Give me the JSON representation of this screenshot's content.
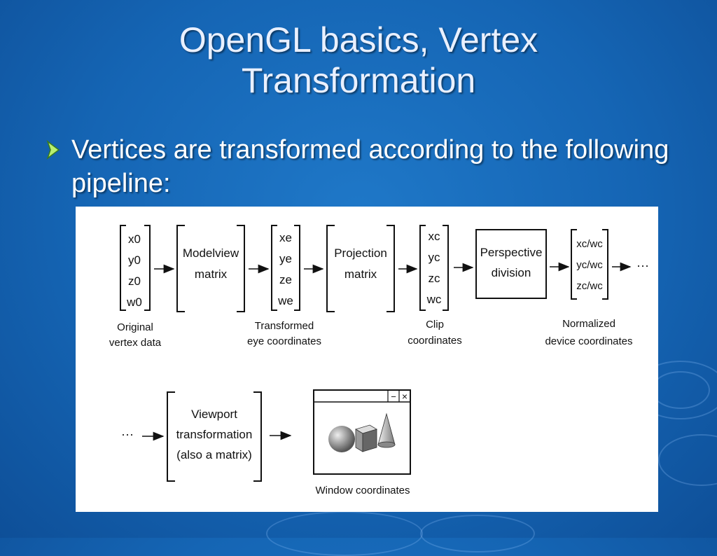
{
  "slide": {
    "title_line1": "OpenGL basics, Vertex",
    "title_line2": "Transformation",
    "bullet": "Vertices are transformed according to the following pipeline:"
  },
  "diagram": {
    "original": {
      "rows": [
        "x0",
        "y0",
        "z0",
        "w0"
      ],
      "caption1": "Original",
      "caption2": "vertex data"
    },
    "modelview": {
      "line1": "Modelview",
      "line2": "matrix"
    },
    "eye": {
      "rows": [
        "xe",
        "ye",
        "ze",
        "we"
      ],
      "caption1": "Transformed",
      "caption2": "eye coordinates"
    },
    "projection": {
      "line1": "Projection",
      "line2": "matrix"
    },
    "clip": {
      "rows": [
        "xc",
        "yc",
        "zc",
        "wc"
      ],
      "caption1": "Clip",
      "caption2": "coordinates"
    },
    "perspective": {
      "line1": "Perspective",
      "line2": "division"
    },
    "ndc": {
      "rows": [
        "xc/wc",
        "yc/wc",
        "zc/wc"
      ],
      "caption1": "Normalized",
      "caption2": "device coordinates"
    },
    "ellipsis": "···",
    "viewport": {
      "line1": "Viewport",
      "line2": "transformation",
      "line3": "(also a matrix)"
    },
    "window": {
      "caption": "Window coordinates",
      "minimize": "−",
      "close": "×"
    }
  }
}
